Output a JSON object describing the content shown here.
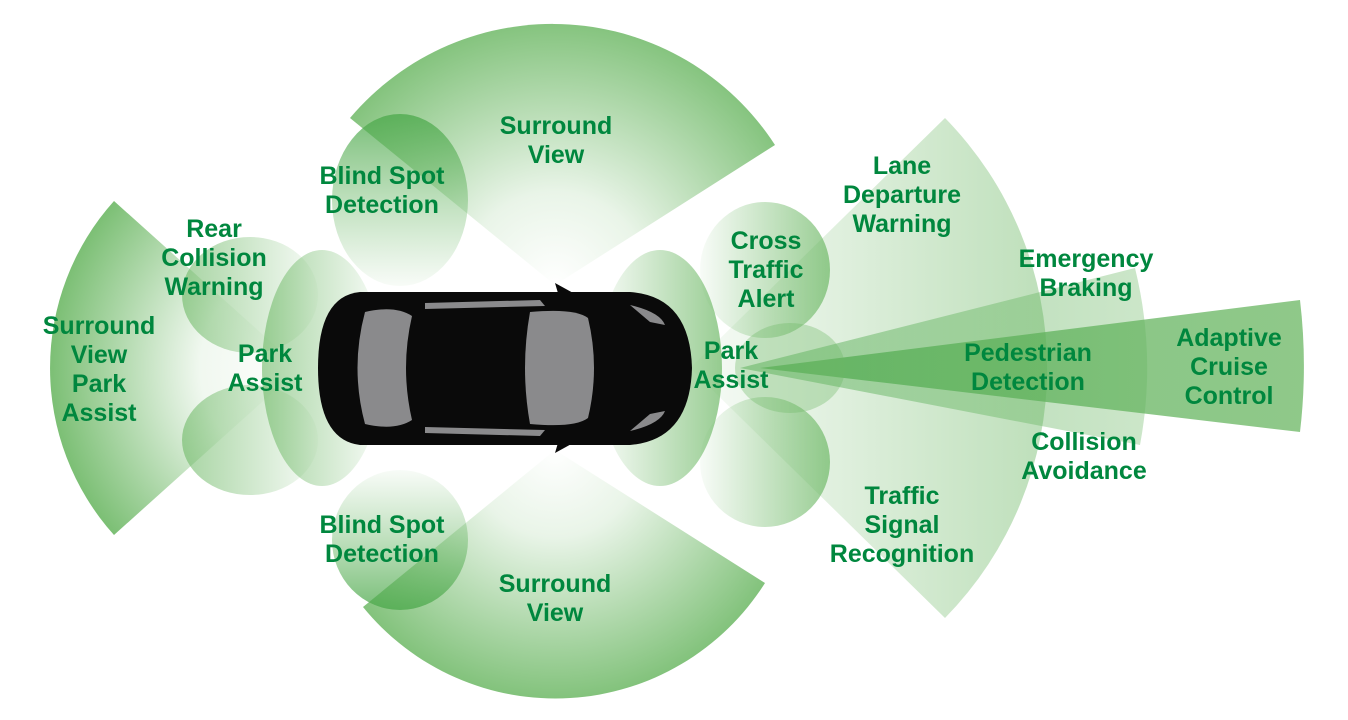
{
  "colors": {
    "zone_green": "#6db865",
    "label_green": "#00873e",
    "car_body": "#0a0a0a",
    "car_glass": "#8a8a8c"
  },
  "labels": {
    "surround_view_top": [
      "Surround",
      "View"
    ],
    "surround_view_bottom": [
      "Surround",
      "View"
    ],
    "blind_spot_top": [
      "Blind Spot",
      "Detection"
    ],
    "blind_spot_bottom": [
      "Blind Spot",
      "Detection"
    ],
    "rear_collision": [
      "Rear",
      "Collision",
      "Warning"
    ],
    "surround_view_park_assist": [
      "Surround",
      "View",
      "Park",
      "Assist"
    ],
    "park_assist_rear": [
      "Park",
      "Assist"
    ],
    "park_assist_front": [
      "Park",
      "Assist"
    ],
    "cross_traffic": [
      "Cross",
      "Traffic",
      "Alert"
    ],
    "lane_departure": [
      "Lane",
      "Departure",
      "Warning"
    ],
    "emergency_braking": [
      "Emergency",
      "Braking"
    ],
    "pedestrian_detection": [
      "Pedestrian",
      "Detection"
    ],
    "adaptive_cruise": [
      "Adaptive",
      "Cruise",
      "Control"
    ],
    "collision_avoidance": [
      "Collision",
      "Avoidance"
    ],
    "traffic_signal": [
      "Traffic",
      "Signal",
      "Recognition"
    ]
  }
}
